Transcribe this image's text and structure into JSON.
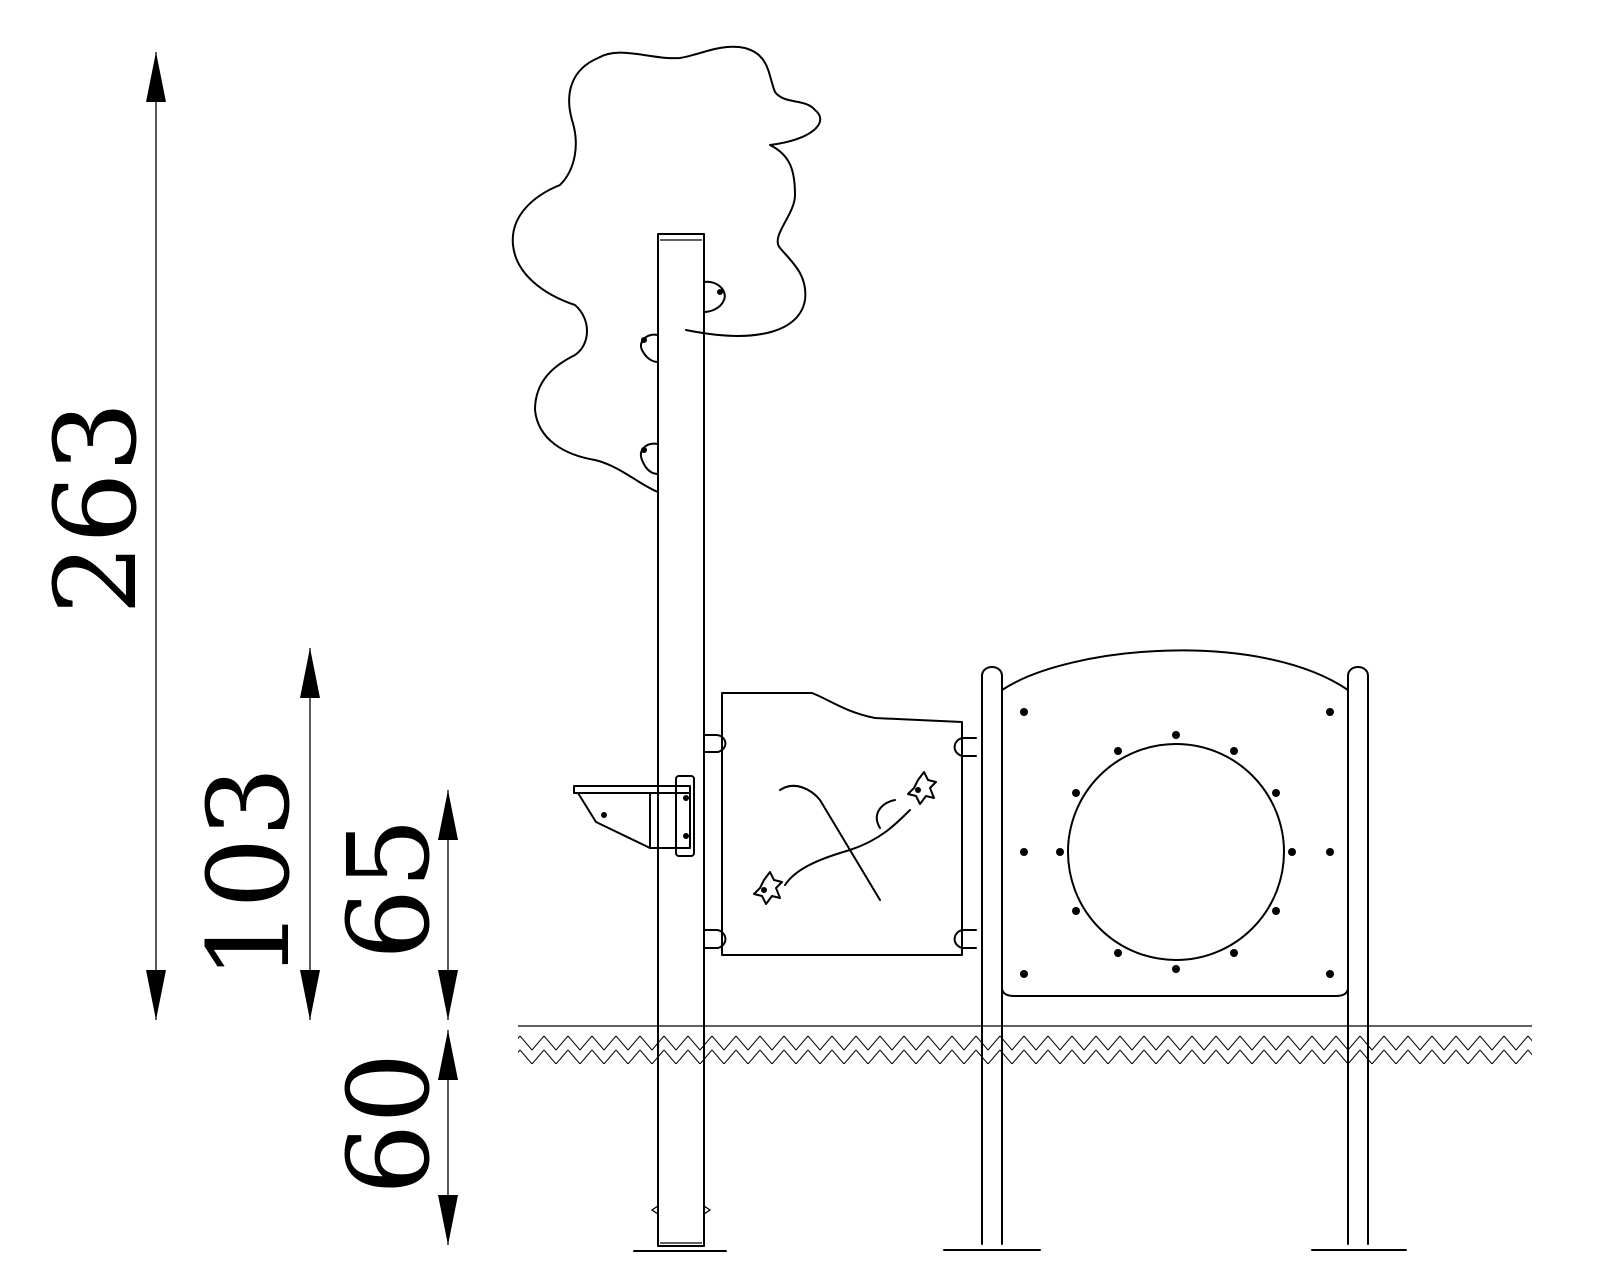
{
  "dimensions": {
    "total_height": "263",
    "panel_top_height": "103",
    "window_height": "65",
    "burial_depth": "60"
  },
  "colors": {
    "line": "#000000",
    "background": "#ffffff"
  },
  "icons": [
    "tree-icon",
    "flower-icon",
    "dimension-arrow-icon"
  ]
}
